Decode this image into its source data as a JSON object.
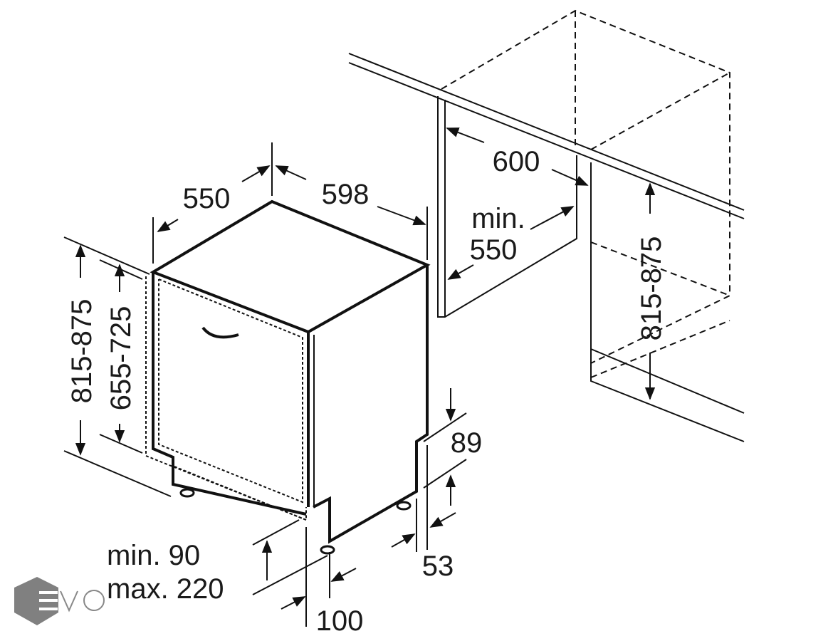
{
  "dimensions": {
    "depth_unit": "550",
    "width_unit": "598",
    "niche_width": "600",
    "niche_depth_min_label": "min.",
    "niche_depth_min_value": "550",
    "niche_height": "815-875",
    "unit_height": "815-875",
    "door_height": "655-725",
    "plinth_top": "89",
    "plinth_bottom": "53",
    "plinth_height_min": "min. 90",
    "plinth_height_max": "max. 220",
    "plinth_depth": "100"
  },
  "watermark": {
    "text": "EVO",
    "color": "#808080"
  }
}
